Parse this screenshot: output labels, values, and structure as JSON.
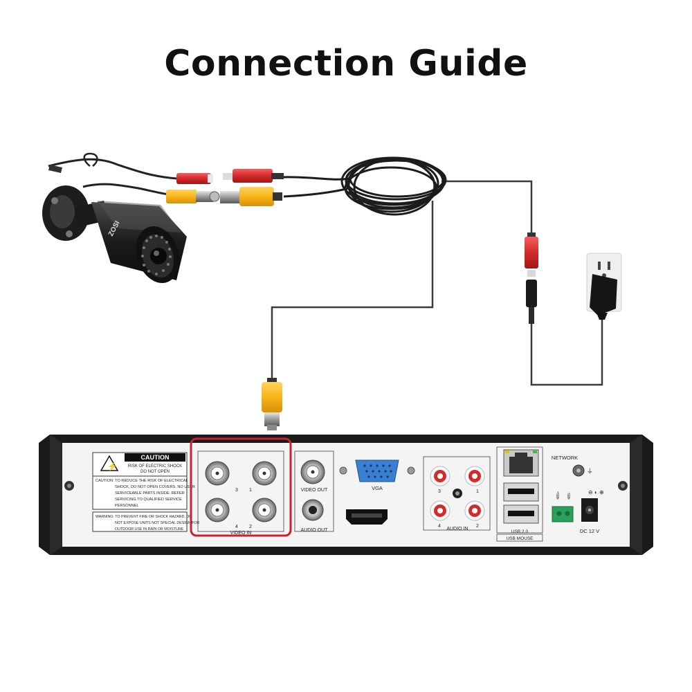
{
  "title": "Connection Guide",
  "dvr": {
    "caution_header": "CAUTION",
    "caution_box_lines": [
      "RISK OF ELECTRIC SHOCK",
      "DO NOT OPEN"
    ],
    "caution_text": [
      "CAUTION: TO REDUCE THE RISK OF ELECTRICAL",
      "SHOCK, DO NOT OPEN COVERS. NO USER",
      "SERVICEABLE PARTS INSIDE. REFER",
      "SERVICING TO QUALIFIED SERVICE",
      "PERSONNEL"
    ],
    "warning_text": [
      "WARNING: TO PREVENT FIRE OR SHOCK HAZARD, DO",
      "NOT EXPOSE UNITS NOT SPECIAL DESIGN FOR",
      "OUTDOOR USE IN RAIN OR MOISTURE"
    ],
    "video_in_label": "VIDEO IN",
    "video_in_numbers": [
      "3",
      "1",
      "4",
      "2"
    ],
    "video_out_label": "VIDEO OUT",
    "audio_out_label": "AUDIO OUT",
    "vga_label": "VGA",
    "audio_in_label": "AUDIO IN",
    "audio_in_numbers": [
      "3",
      "1",
      "4",
      "2"
    ],
    "network_label": "NETWORK",
    "usb_label": "USB 2.0",
    "usb_mouse_label": "USB MOUSE",
    "rs485_labels": [
      "485+",
      "485-"
    ],
    "dc_label": "DC 12 V"
  },
  "camera": {
    "brand": "ZOSI"
  },
  "colors": {
    "highlight": "#c8202e",
    "bnc_yellow": "#f7b51a",
    "power_red": "#d42a2a",
    "dvr_body": "#1b1b1b",
    "dvr_panel": "#f4f4f4",
    "vga_blue": "#3b7fd0",
    "terminal_green": "#2aa05a"
  }
}
